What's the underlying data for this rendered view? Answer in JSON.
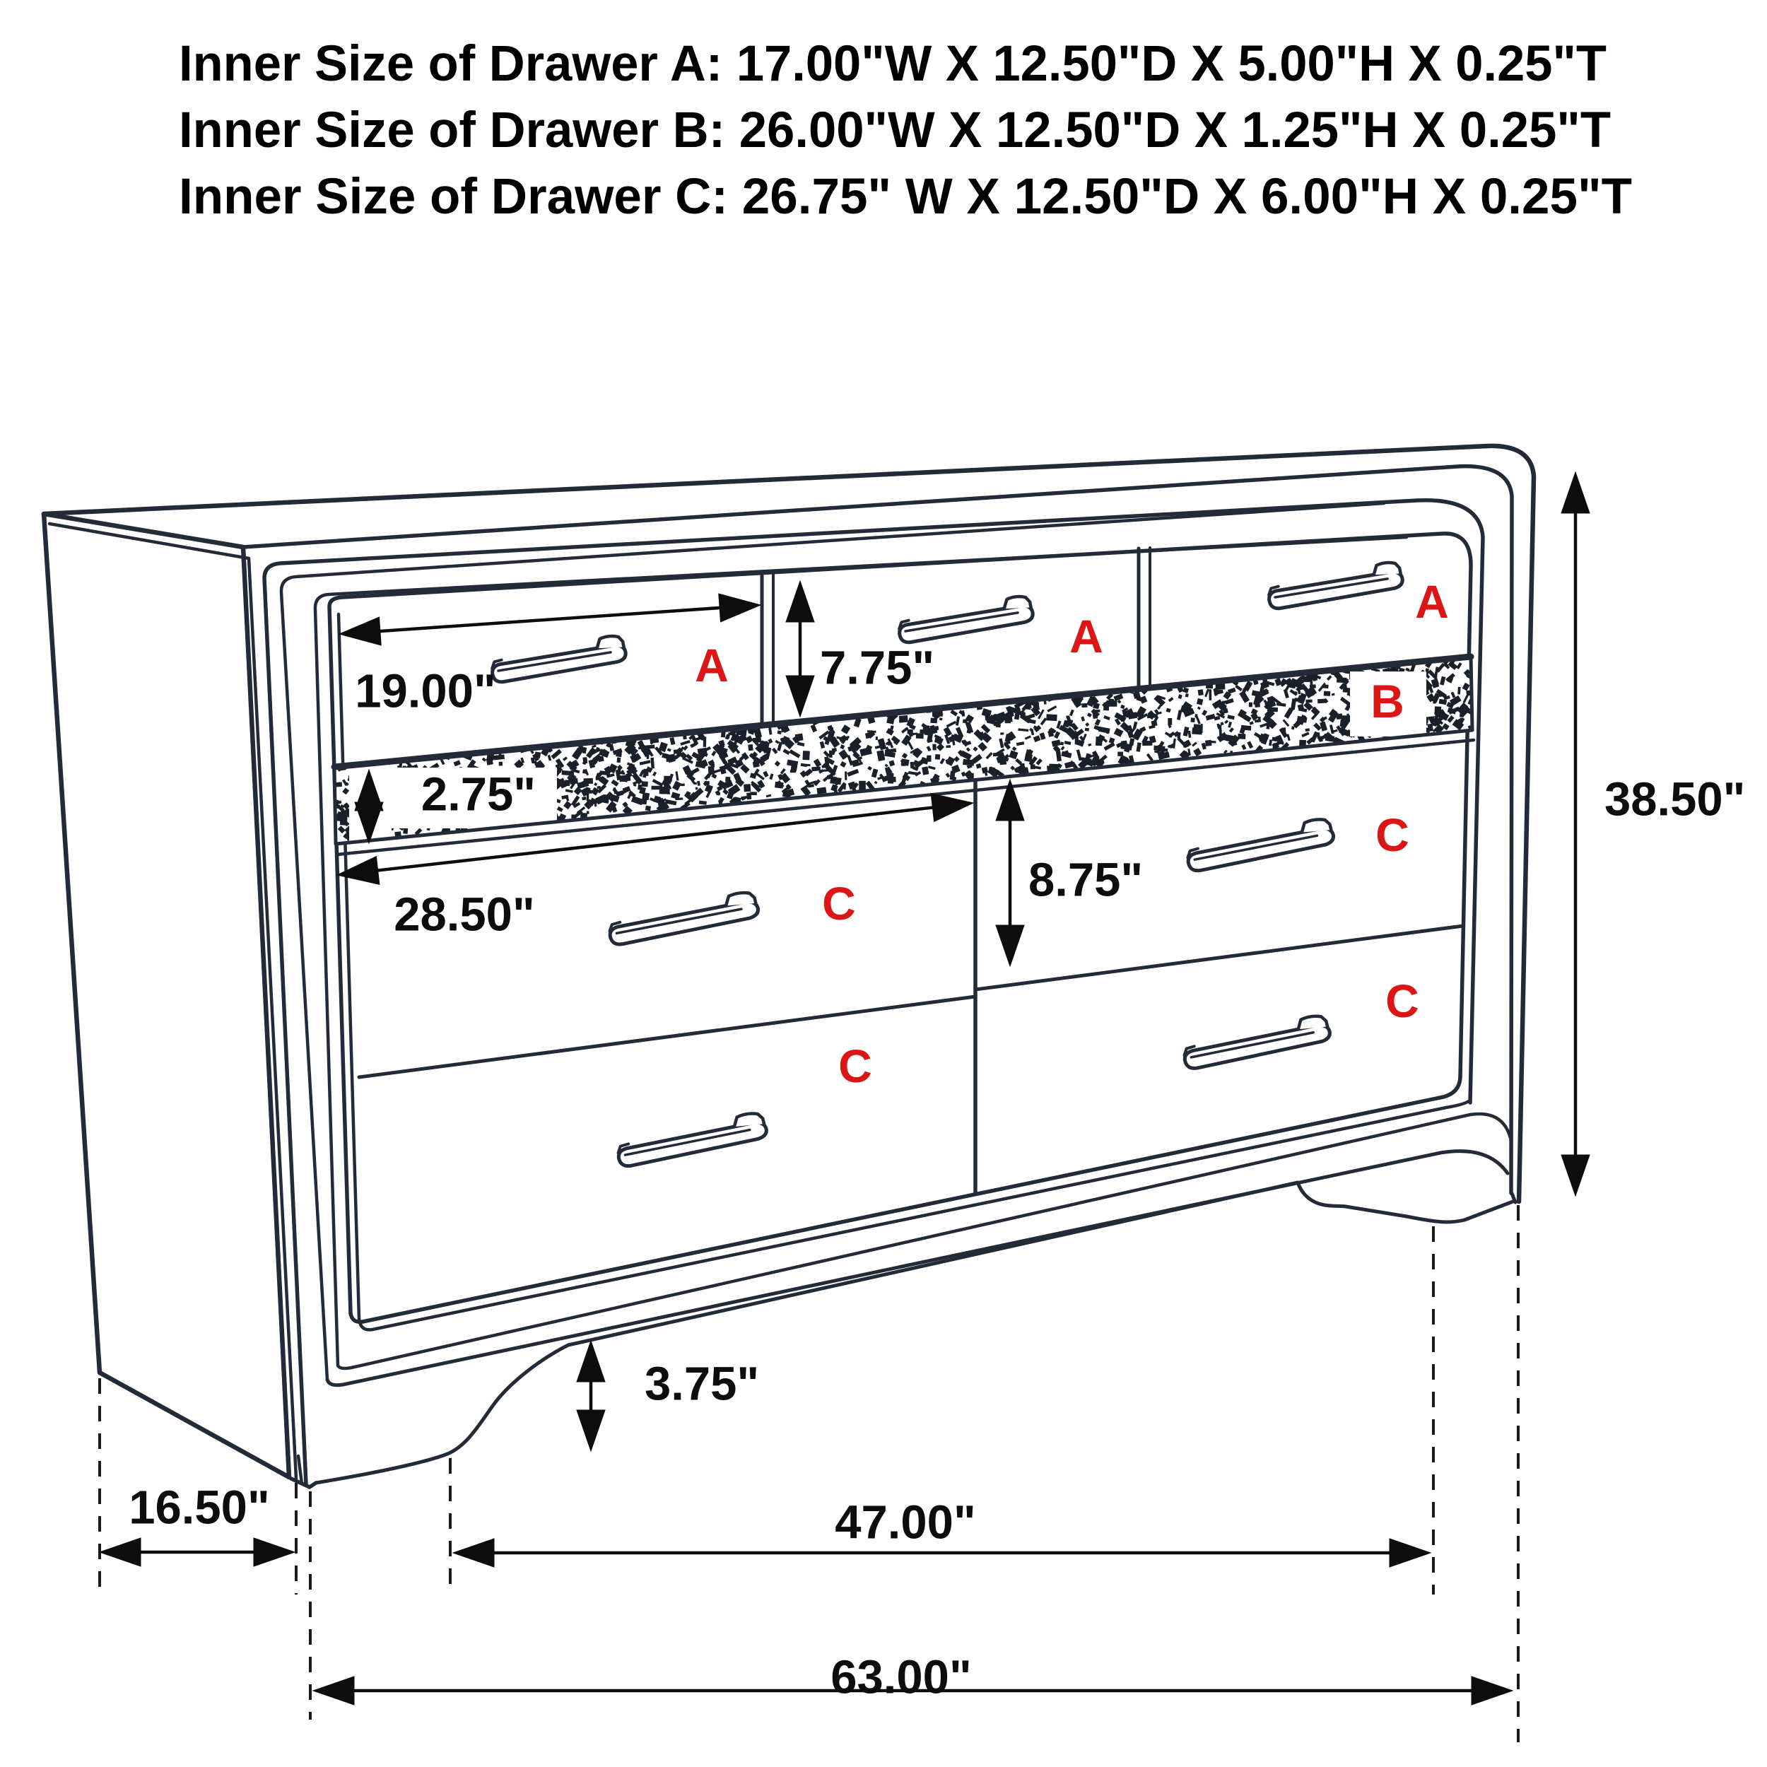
{
  "header": {
    "line_a": "Inner Size of Drawer A: 17.00\"W X 12.50\"D X 5.00\"H X 0.25\"T",
    "line_b": "Inner Size of Drawer B: 26.00\"W X 12.50\"D X 1.25\"H X 0.25\"T",
    "line_c": "Inner Size of Drawer C: 26.75\" W X 12.50\"D X 6.00\"H X 0.25\"T"
  },
  "dimensions": {
    "drawer_a_width": "19.00\"",
    "drawer_a_height": "7.75\"",
    "drawer_b_height": "2.75\"",
    "drawer_c_width": "28.50\"",
    "drawer_c_height": "8.75\"",
    "overall_height": "38.50\"",
    "base_height": "3.75\"",
    "overall_depth": "16.50\"",
    "feet_span_width": "47.00\"",
    "overall_width": "63.00\""
  },
  "drawer_letters": {
    "a1": "A",
    "a2": "A",
    "a3": "A",
    "b": "B",
    "c_top_left": "C",
    "c_top_right": "C",
    "c_bottom_left": "C",
    "c_bottom_right": "C"
  },
  "colors": {
    "background": "#ffffff",
    "line": "#242b38",
    "dimension": "#0d0d0d",
    "letter_red": "#dc1616",
    "speckle": "#1a2029"
  }
}
